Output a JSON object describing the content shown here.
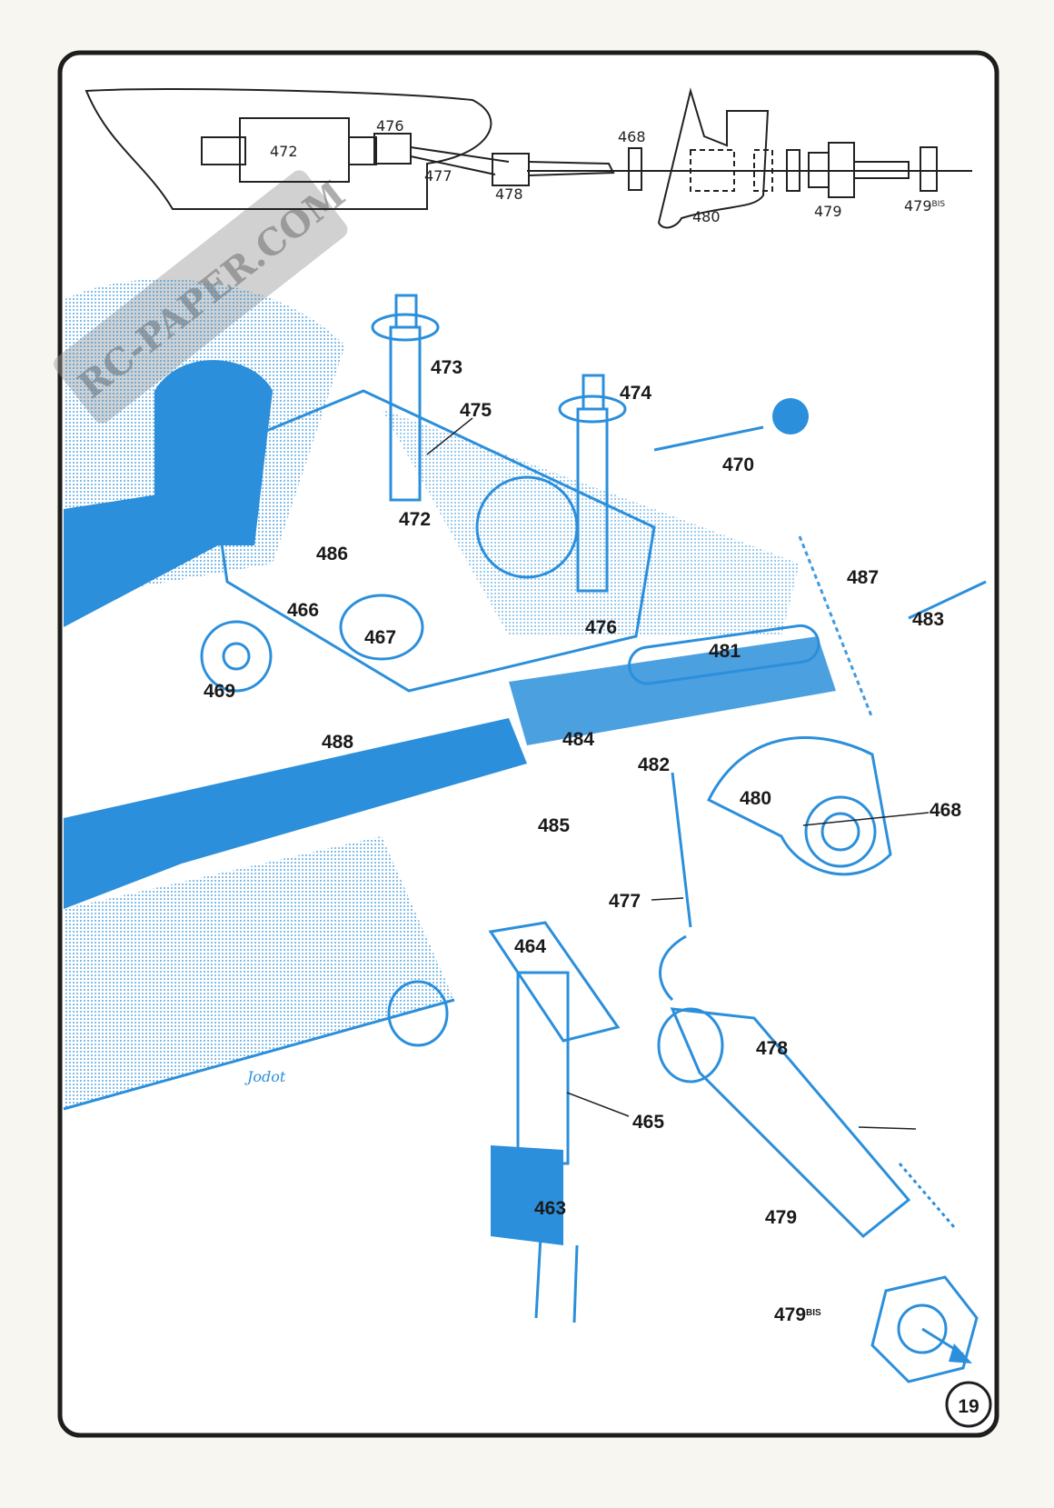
{
  "page_number": "19",
  "watermark": "RC-PAPER.COM",
  "signature": "Jodot",
  "colors": {
    "illustration_blue": "#2b8fdb",
    "frame": "#1e1e1e",
    "paper": "#f7f6f1"
  },
  "schematic": {
    "labels": [
      {
        "id": "472",
        "text": "472"
      },
      {
        "id": "476",
        "text": "476"
      },
      {
        "id": "477",
        "text": "477"
      },
      {
        "id": "478",
        "text": "478"
      },
      {
        "id": "468",
        "text": "468"
      },
      {
        "id": "480",
        "text": "480"
      },
      {
        "id": "479",
        "text": "479"
      },
      {
        "id": "479bis",
        "text": "479",
        "suffix": "BIS"
      }
    ]
  },
  "exploded_view": {
    "labels": {
      "l473": "473",
      "l474": "474",
      "l475": "475",
      "l470": "470",
      "l472": "472",
      "l486": "486",
      "l487": "487",
      "l483": "483",
      "l466": "466",
      "l467": "467",
      "l476": "476",
      "l481": "481",
      "l469": "469",
      "l488": "488",
      "l484": "484",
      "l482": "482",
      "l480": "480",
      "l468": "468",
      "l485": "485",
      "l477": "477",
      "l464": "464",
      "l478": "478",
      "l465": "465",
      "l463": "463",
      "l479": "479",
      "l479bis": "479",
      "l479bis_suffix": "BIS"
    }
  }
}
